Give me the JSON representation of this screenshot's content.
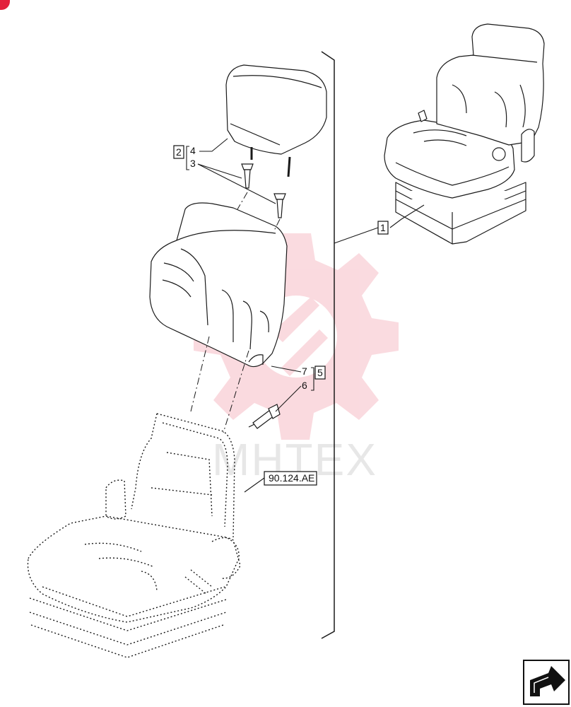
{
  "callouts": {
    "c1": "1",
    "c2": "2",
    "c3": "3",
    "c4": "4",
    "c5": "5",
    "c6": "6",
    "c7": "7"
  },
  "reference": "90.124.AE",
  "watermark": "MHTEX",
  "colors": {
    "line": "#1a1a1a",
    "watermark": "#e3203c",
    "corner": "#e3203c"
  },
  "icons": {
    "navigation": "next-page-arrow-icon",
    "watermark": "gear-logo-icon"
  }
}
